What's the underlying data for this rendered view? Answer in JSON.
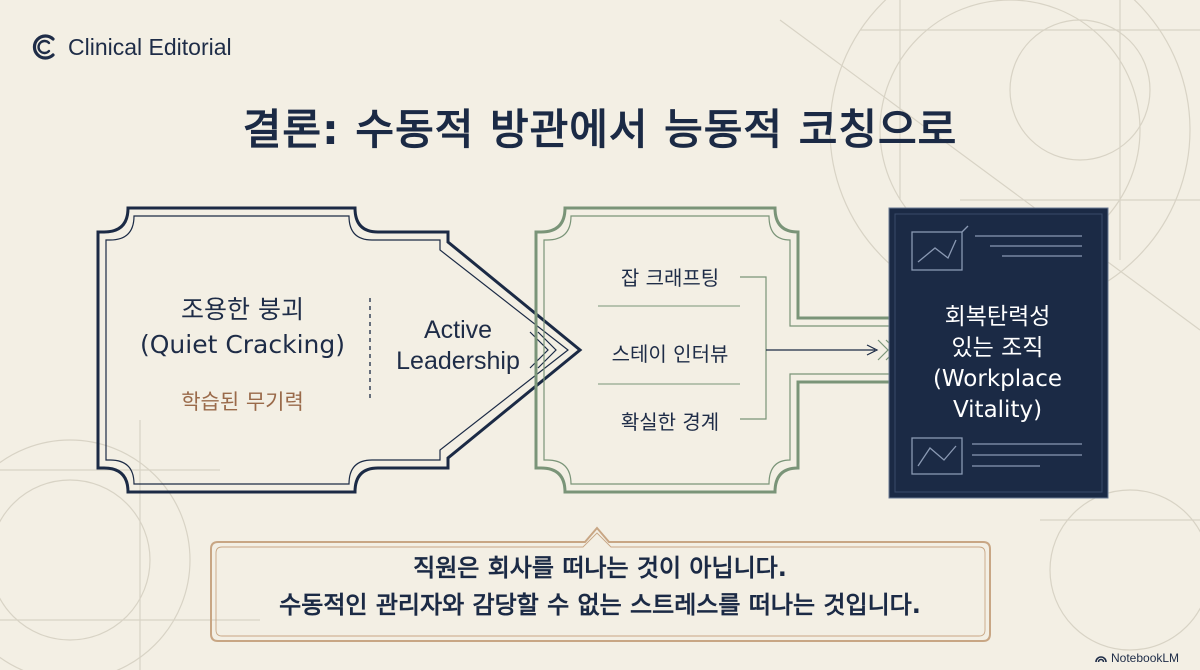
{
  "brand": {
    "name": "Clinical Editorial",
    "logo_icon": "c-monogram-icon"
  },
  "title": "결론: 수동적 방관에서 능동적 코칭으로",
  "left_box": {
    "title_line1": "조용한 붕괴",
    "title_line2": "(Quiet Cracking)",
    "subtitle": "학습된 무기력"
  },
  "transition_arrow": {
    "line1": "Active",
    "line2": "Leadership"
  },
  "techniques": [
    "잡 크래프팅",
    "스테이 인터뷰",
    "확실한 경계"
  ],
  "right_box": {
    "line1": "회복탄력성",
    "line2": "있는 조직",
    "line3": "(Workplace",
    "line4": "Vitality)"
  },
  "callout": {
    "line1": "직원은 회사를 떠나는 것이 아닙니다.",
    "line2": "수동적인 관리자와 감당할 수 없는 스트레스를 떠나는 것입니다."
  },
  "footer": {
    "label": "NotebookLM"
  },
  "colors": {
    "navy": "#1b2a45",
    "sage": "#7a9478",
    "tan": "#c8a684",
    "rust": "#9a6a4a",
    "background": "#f3efe4"
  }
}
